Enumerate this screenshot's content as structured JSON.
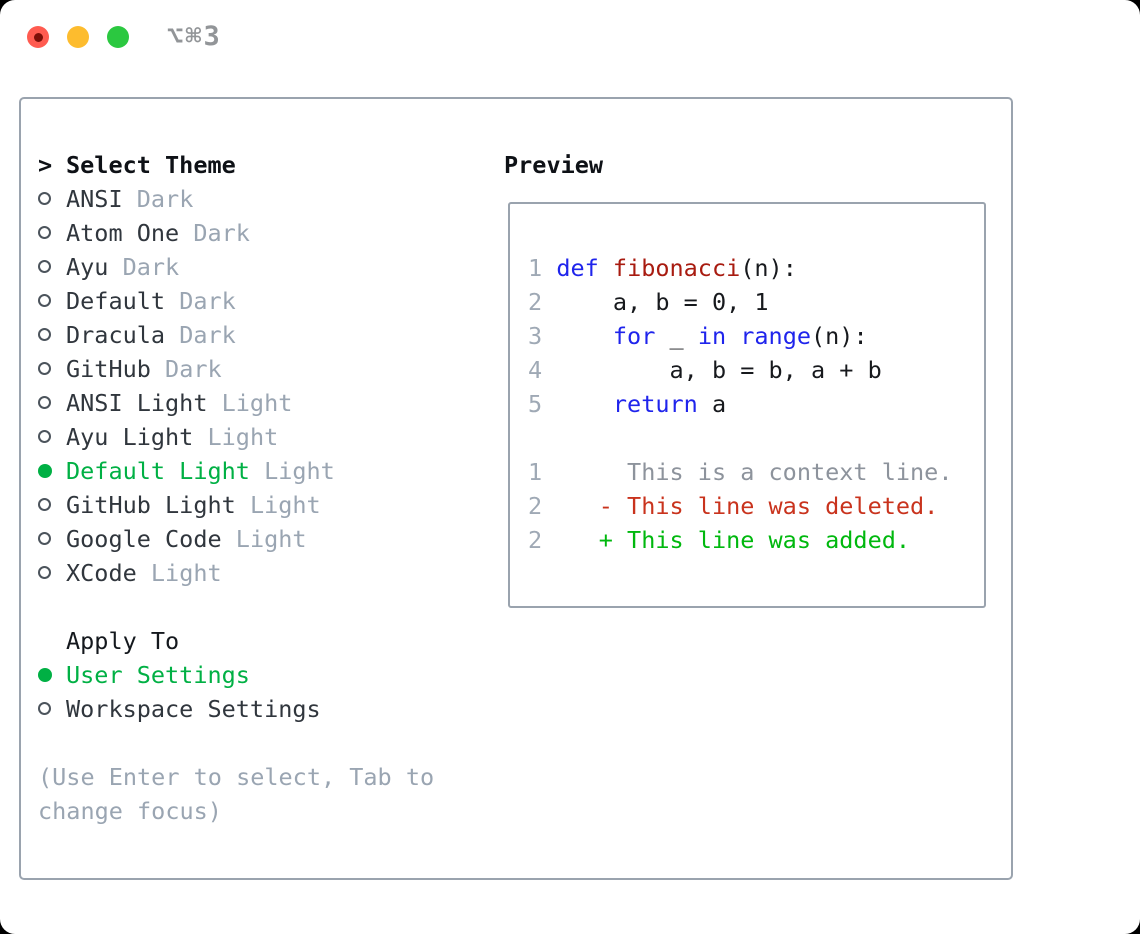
{
  "window": {
    "title": "⌥⌘3"
  },
  "colors": {
    "border": "#9aa3ae",
    "title": "#929598",
    "heading": "#0e1116",
    "item": "#30363d",
    "tag": "#9aa5b2",
    "green": "#00b044",
    "hint": "#9aa5b2",
    "num": "#9fa9b5",
    "plain": "#17191d",
    "keyword": "#1f24ec",
    "function": "#a81b10",
    "context": "#8d939c",
    "deleted": "#c9331d",
    "added": "#00b80e",
    "circle": "#4c545c",
    "light-red": "#ff5b50",
    "light-red-dot": "#7c0f08",
    "light-yellow": "#fdbc2e",
    "light-green": "#2bc840"
  },
  "theme_panel": {
    "prompt": ">",
    "header": "Select Theme",
    "themes": [
      {
        "name": "ANSI",
        "tag": "Dark",
        "selected": false
      },
      {
        "name": "Atom One",
        "tag": "Dark",
        "selected": false
      },
      {
        "name": "Ayu",
        "tag": "Dark",
        "selected": false
      },
      {
        "name": "Default",
        "tag": "Dark",
        "selected": false
      },
      {
        "name": "Dracula",
        "tag": "Dark",
        "selected": false
      },
      {
        "name": "GitHub",
        "tag": "Dark",
        "selected": false
      },
      {
        "name": "ANSI Light",
        "tag": "Light",
        "selected": false
      },
      {
        "name": "Ayu Light",
        "tag": "Light",
        "selected": false
      },
      {
        "name": "Default Light",
        "tag": "Light",
        "selected": true
      },
      {
        "name": "GitHub Light",
        "tag": "Light",
        "selected": false
      },
      {
        "name": "Google Code",
        "tag": "Light",
        "selected": false
      },
      {
        "name": "XCode",
        "tag": "Light",
        "selected": false
      }
    ],
    "apply_header": "Apply To",
    "apply_options": [
      {
        "name": "User Settings",
        "selected": true
      },
      {
        "name": "Workspace Settings",
        "selected": false
      }
    ],
    "hint_lines": [
      "(Use Enter to select, Tab to",
      "change focus)"
    ]
  },
  "preview_panel": {
    "header": "Preview",
    "code_lines": [
      {
        "num": "1",
        "segments": [
          {
            "text": "def",
            "style": "keyword"
          },
          {
            "text": " ",
            "style": "plain"
          },
          {
            "text": "fibonacci",
            "style": "function"
          },
          {
            "text": "(n):",
            "style": "plain"
          }
        ]
      },
      {
        "num": "2",
        "segments": [
          {
            "text": "    a, b = 0, 1",
            "style": "plain"
          }
        ]
      },
      {
        "num": "3",
        "segments": [
          {
            "text": "    ",
            "style": "plain"
          },
          {
            "text": "for",
            "style": "keyword"
          },
          {
            "text": " _ ",
            "style": "plain"
          },
          {
            "text": "in",
            "style": "keyword"
          },
          {
            "text": " ",
            "style": "plain"
          },
          {
            "text": "range",
            "style": "keyword"
          },
          {
            "text": "(n):",
            "style": "plain"
          }
        ]
      },
      {
        "num": "4",
        "segments": [
          {
            "text": "        a, b = b, a + b",
            "style": "plain"
          }
        ]
      },
      {
        "num": "5",
        "segments": [
          {
            "text": "    ",
            "style": "plain"
          },
          {
            "text": "return",
            "style": "keyword"
          },
          {
            "text": " a",
            "style": "plain"
          }
        ]
      },
      {
        "num": "",
        "segments": []
      },
      {
        "num": "1",
        "segments": [
          {
            "text": "     This is a context line.",
            "style": "context"
          }
        ]
      },
      {
        "num": "2",
        "segments": [
          {
            "text": "   - This line was deleted.",
            "style": "deleted"
          }
        ]
      },
      {
        "num": "2",
        "segments": [
          {
            "text": "   + This line was added.",
            "style": "added"
          }
        ]
      }
    ]
  }
}
